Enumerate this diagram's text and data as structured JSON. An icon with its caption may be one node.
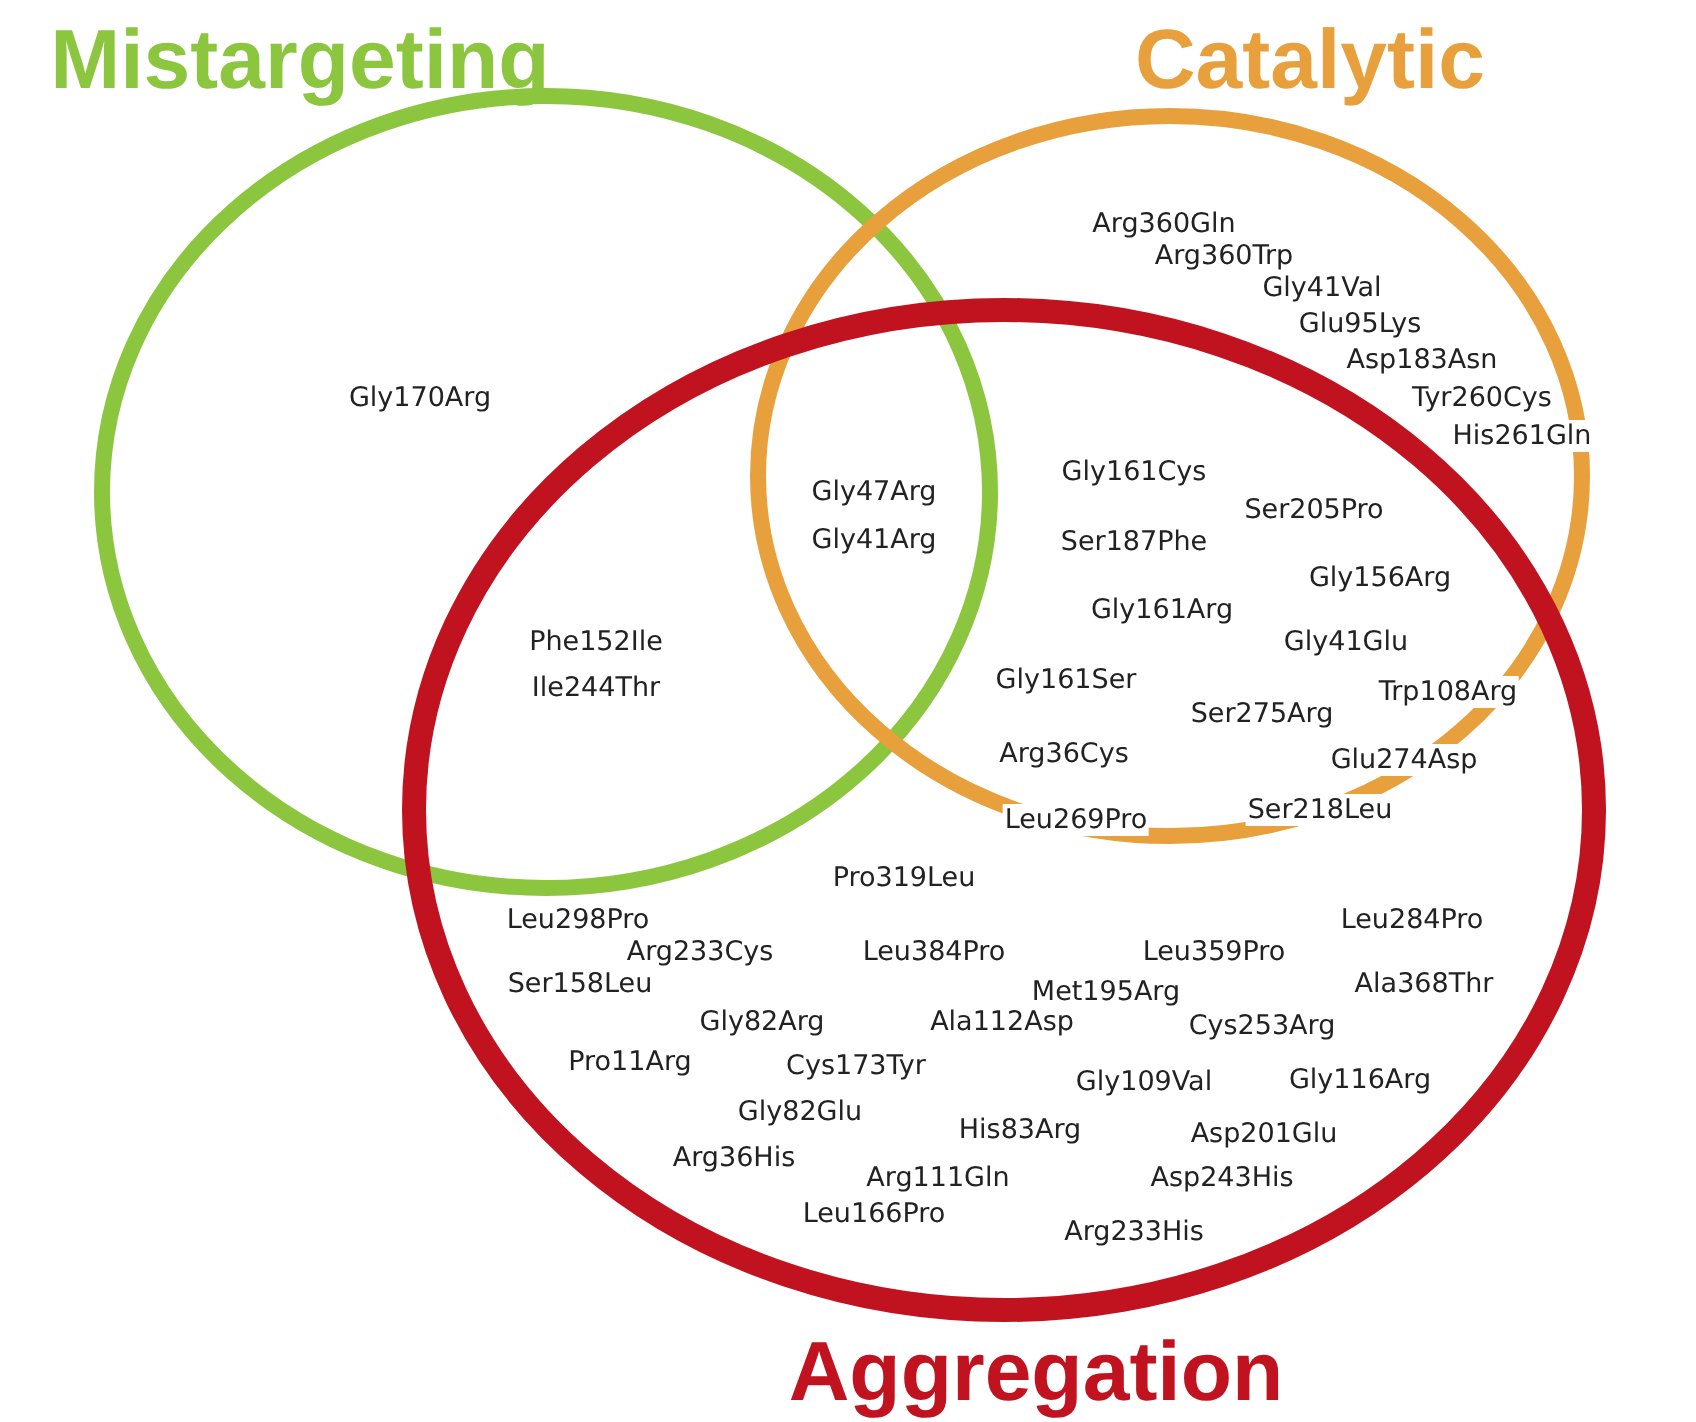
{
  "diagram": {
    "nodes": [
      {
        "text": [
          "Mistargeting"
        ]
      },
      {
        "text": [
          "Catalytic"
        ]
      },
      {
        "text": [
          "Aggregation"
        ]
      }
    ],
    "labels": [
      "Arg360Gln",
      "Arg360Trp",
      "Gly41Val",
      "Glu95Lys",
      "Asp183Asn",
      "Gly170Arg",
      "Tyr260Cys",
      "His261Gln",
      "Gly161Cys",
      "Gly47Arg",
      "Ser205Pro",
      "Gly41Arg",
      "Ser187Phe",
      "Gly156Arg",
      "Gly161Arg",
      "Phe152Ile",
      "Gly41Glu",
      "Ile244Thr",
      "Gly161Ser",
      "Trp108Arg",
      "Ser275Arg",
      "Arg36Cys",
      "Glu274Asp",
      "Ser218Leu",
      "Leu269Pro",
      "Pro319Leu",
      "Leu298Pro",
      "Leu284Pro",
      "Arg233Cys",
      "Leu384Pro",
      "Leu359Pro",
      "Ser158Leu",
      "Met195Arg",
      "Ala368Thr",
      "Gly82Arg",
      "Ala112Asp",
      "Cys253Arg",
      "Pro11Arg",
      "Cys173Tyr",
      "Gly109Val",
      "Gly116Arg",
      "Gly82Glu",
      "His83Arg",
      "Asp201Glu",
      "Arg36His",
      "Arg111Gln",
      "Asp243His",
      "Leu166Pro",
      "Arg233His"
    ]
  }
}
